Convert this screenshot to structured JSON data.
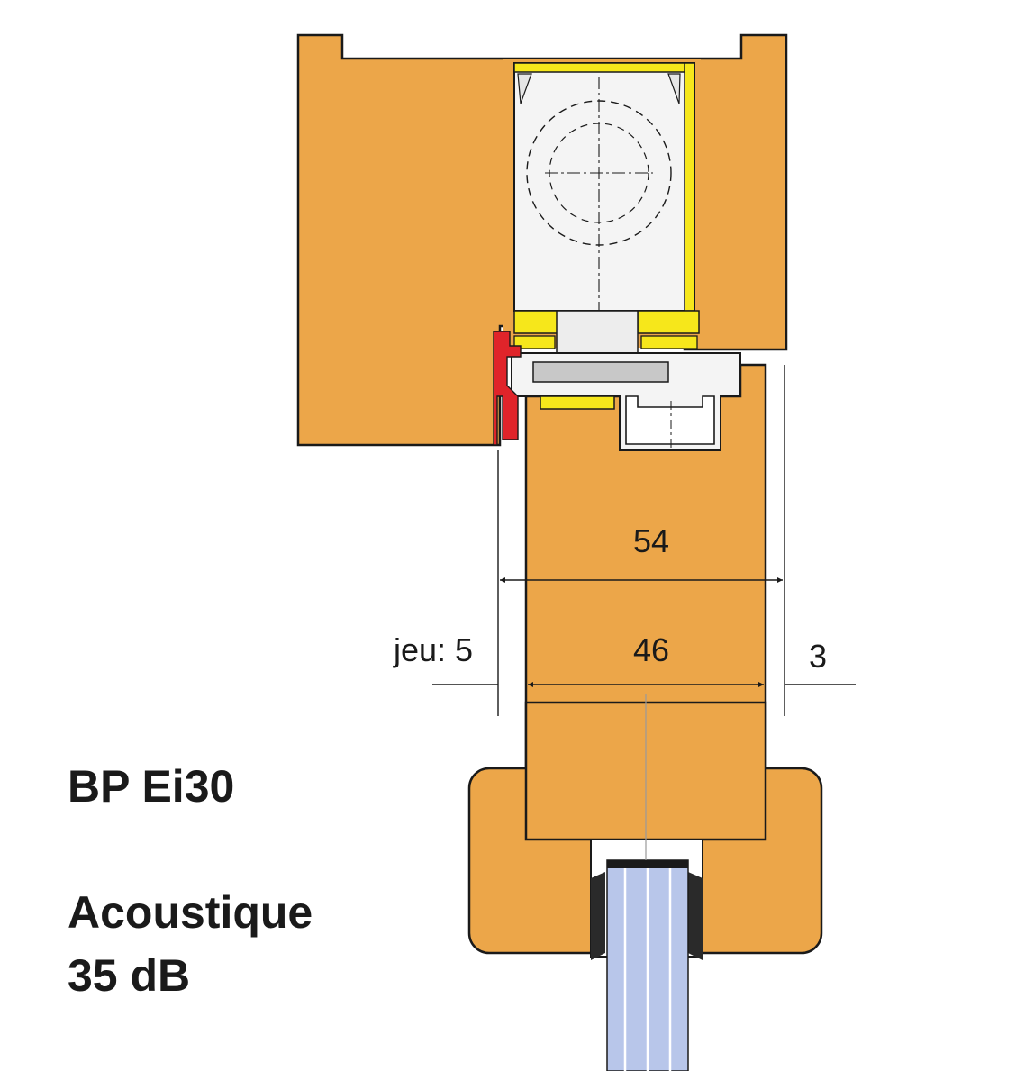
{
  "colors": {
    "wood": "#eca649",
    "yellow_strip": "#f6e71b",
    "gray_part": "#c8c8c8",
    "red_seal": "#e0242a",
    "glass": "#b8c6ea",
    "line": "#1a1a1a"
  },
  "dimensions": {
    "overall": "54",
    "leaf": "46",
    "gap_label": "jeu: 5",
    "offset": "3"
  },
  "caption": {
    "product": "BP Ei30",
    "type": "Acoustique",
    "rating": "35 dB"
  }
}
